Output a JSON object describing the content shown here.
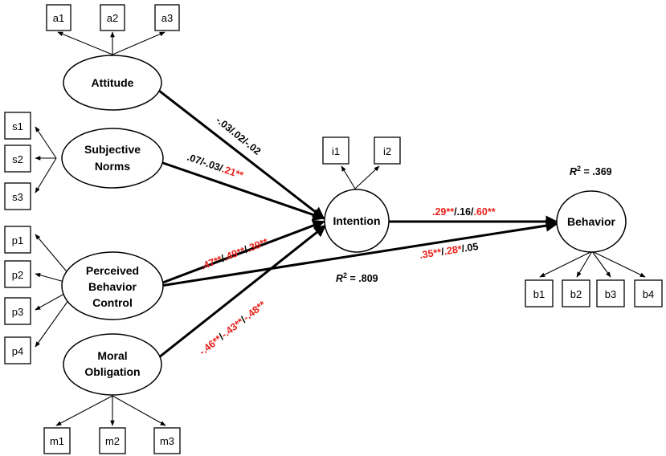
{
  "colors": {
    "significant": "#e8211a",
    "normal": "#000000"
  },
  "constructs": {
    "attitude": [
      "Attitude"
    ],
    "subjective_norms": [
      "Subjective",
      "Norms"
    ],
    "perceived_behavior_control": [
      "Perceived",
      "Behavior",
      "Control"
    ],
    "moral_obligation": [
      "Moral",
      "Obligation"
    ],
    "intention": [
      "Intention"
    ],
    "behavior": [
      "Behavior"
    ]
  },
  "indicators": {
    "attitude": [
      "a1",
      "a2",
      "a3"
    ],
    "subjective_norms": [
      "s1",
      "s2",
      "s3"
    ],
    "perceived_behavior_control": [
      "p1",
      "p2",
      "p3",
      "p4"
    ],
    "moral_obligation": [
      "m1",
      "m2",
      "m3"
    ],
    "intention": [
      "i1",
      "i2"
    ],
    "behavior": [
      "b1",
      "b2",
      "b3",
      "b4"
    ]
  },
  "paths": {
    "attitude_to_intention": [
      {
        "text": "-.03",
        "sig": false
      },
      {
        "text": "/",
        "sig": false
      },
      {
        "text": ".02",
        "sig": false
      },
      {
        "text": "/",
        "sig": false
      },
      {
        "text": "-.02",
        "sig": false
      }
    ],
    "subjective_norms_to_intention": [
      {
        "text": ".07",
        "sig": false
      },
      {
        "text": "/",
        "sig": false
      },
      {
        "text": "-.03",
        "sig": false
      },
      {
        "text": "/",
        "sig": false
      },
      {
        "text": ".21**",
        "sig": true
      }
    ],
    "pbc_to_intention": [
      {
        "text": ".47**",
        "sig": true
      },
      {
        "text": "/",
        "sig": false
      },
      {
        "text": ".49**",
        "sig": true
      },
      {
        "text": "/",
        "sig": false
      },
      {
        "text": ".39**",
        "sig": true
      }
    ],
    "moral_obligation_to_intention": [
      {
        "text": "-.46**",
        "sig": true
      },
      {
        "text": "/",
        "sig": false
      },
      {
        "text": "-.43**",
        "sig": true
      },
      {
        "text": "/",
        "sig": false
      },
      {
        "text": "-.48**",
        "sig": true
      }
    ],
    "intention_to_behavior": [
      {
        "text": ".29**",
        "sig": true
      },
      {
        "text": "/",
        "sig": false
      },
      {
        "text": ".16",
        "sig": false
      },
      {
        "text": "/",
        "sig": false
      },
      {
        "text": ".60**",
        "sig": true
      }
    ],
    "pbc_to_behavior": [
      {
        "text": ".35**",
        "sig": true
      },
      {
        "text": "/",
        "sig": false
      },
      {
        "text": ".28*",
        "sig": true
      },
      {
        "text": "/",
        "sig": false
      },
      {
        "text": ".05",
        "sig": false
      }
    ]
  },
  "r_squared": {
    "intention": {
      "prefix": "R",
      "sup": "2",
      "value": " = .809"
    },
    "behavior": {
      "prefix": "R",
      "sup": "2",
      "value": " = .369"
    }
  }
}
